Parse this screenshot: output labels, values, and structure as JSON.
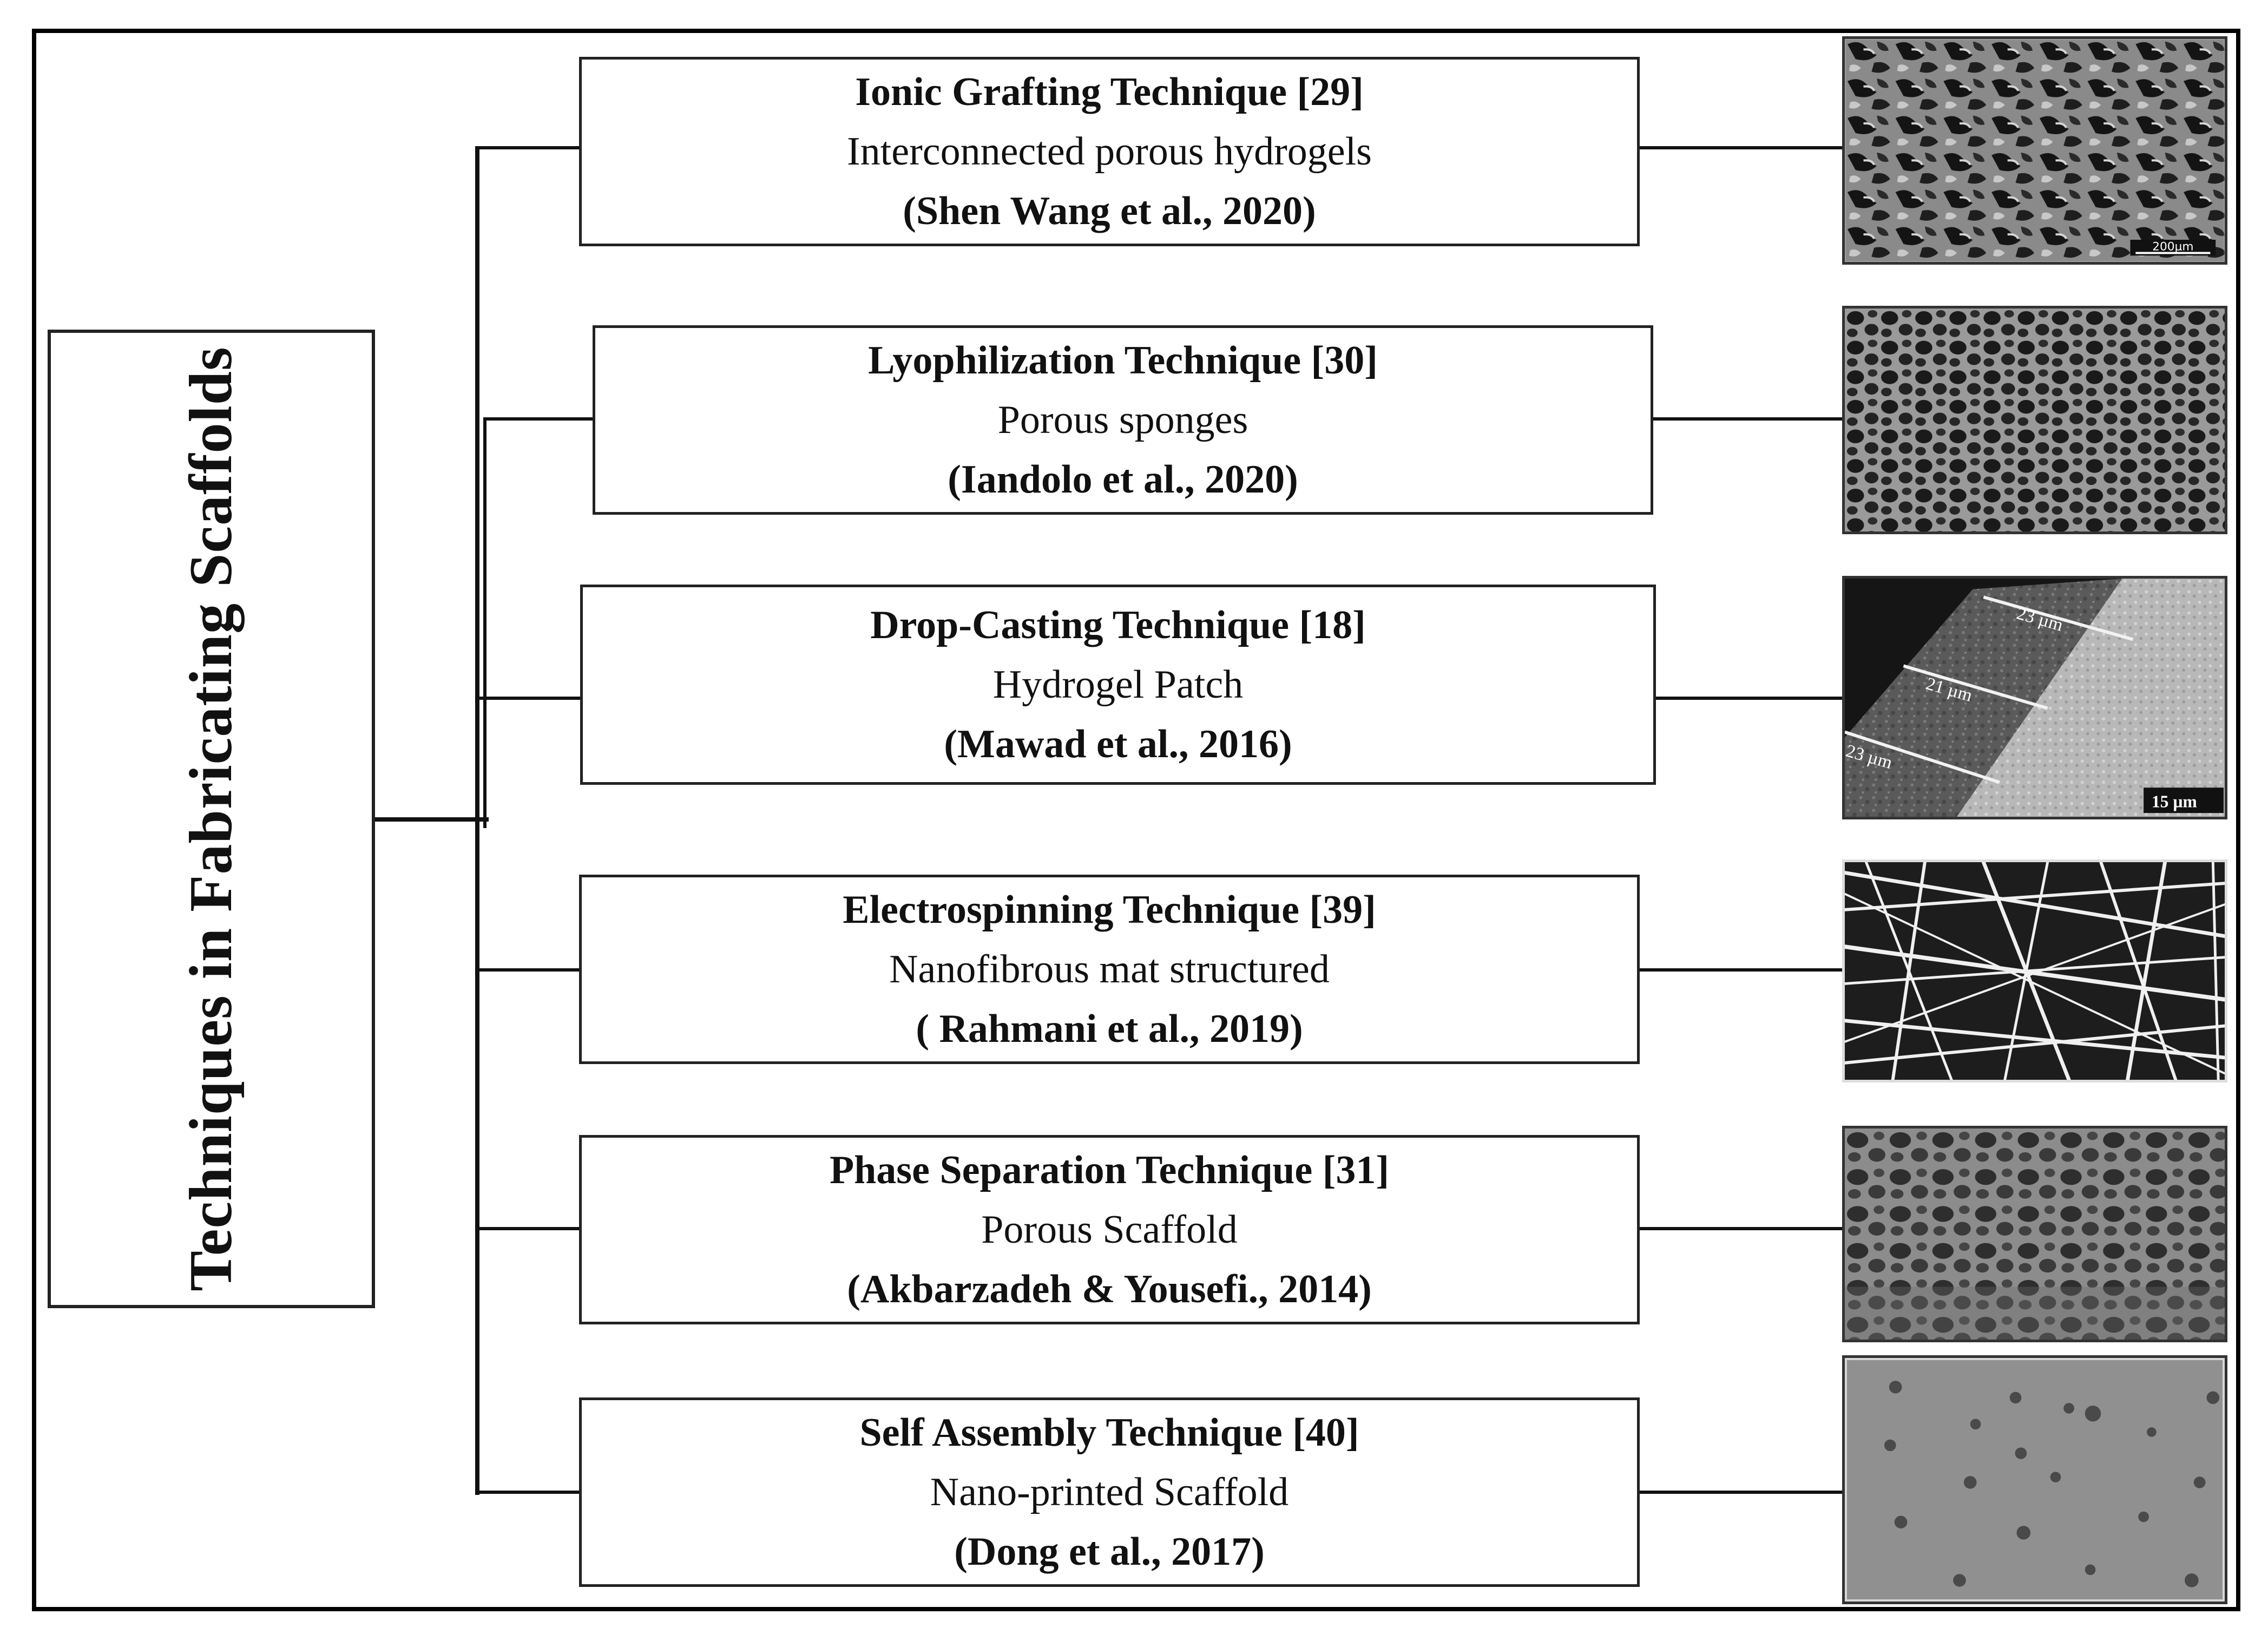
{
  "root": {
    "title": "Techniques in Fabricating Scaffolds"
  },
  "techniques": [
    {
      "title": "Ionic Grafting Technique [29]",
      "description": "Interconnected porous hydrogels",
      "reference": "(Shen Wang et al., 2020)",
      "scale_label": "200µm"
    },
    {
      "title": "Lyophilization Technique [30]",
      "description": "Porous sponges",
      "reference": "(Iandolo et al., 2020)"
    },
    {
      "title": "Drop-Casting Technique [18]",
      "description": "Hydrogel Patch",
      "reference": "(Mawad et al., 2016)",
      "image_labels": [
        "23 µm",
        "21 µm",
        "23 µm",
        "15 µm"
      ]
    },
    {
      "title": "Electrospinning Technique [39]",
      "description": "Nanofibrous mat structured",
      "reference": "( Rahmani et al., 2019)"
    },
    {
      "title": "Phase Separation Technique [31]",
      "description": "Porous Scaffold",
      "reference": "(Akbarzadeh & Yousefi., 2014)"
    },
    {
      "title": "Self Assembly Technique [40]",
      "description": "Nano-printed Scaffold",
      "reference": "(Dong et al., 2017)"
    }
  ]
}
